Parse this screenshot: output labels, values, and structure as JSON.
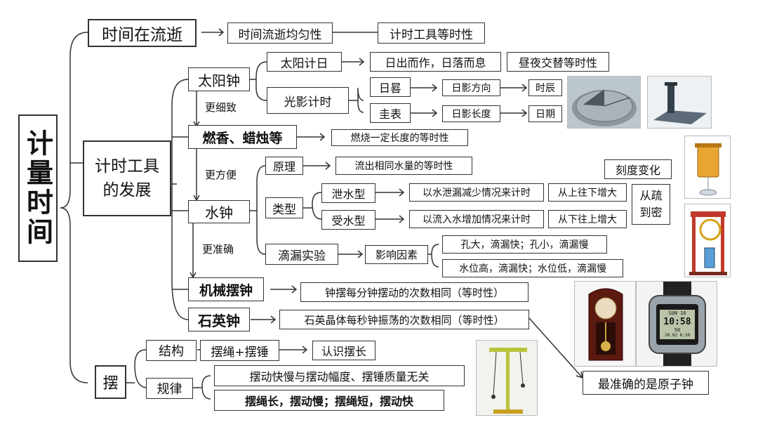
{
  "root": "计量时间",
  "branch1": {
    "title": "时间在流逝",
    "uniform": "时间流逝均匀性",
    "isochronous": "计时工具等时性"
  },
  "branch2": {
    "title": "计时工具的发展",
    "sundial": {
      "title": "太阳钟",
      "sun_day": "太阳计日",
      "sun_day_desc": "日出而作，日落而息",
      "day_night": "昼夜交替等时性",
      "shadow": "光影计时",
      "rigui": "日晷",
      "shadow_dir": "日影方向",
      "shichen": "时辰",
      "guibiao": "圭表",
      "shadow_len": "日影长度",
      "date": "日期"
    },
    "finer": "更细致",
    "incense": {
      "title": "燃香、蜡烛等",
      "desc": "燃烧一定长度的等时性"
    },
    "more_convenient": "更方便",
    "water": {
      "title": "水钟",
      "principle": "原理",
      "principle_desc": "流出相同水量的等时性",
      "types": "类型",
      "outflow": "泄水型",
      "outflow_desc": "以水泄漏减少情况来计时",
      "outflow_scale": "从上往下增大",
      "inflow": "受水型",
      "inflow_desc": "以流入水增加情况来计时",
      "inflow_scale": "从下往上增大",
      "scale_change": "刻度变化",
      "sparse_dense": "从疏到密",
      "drip": "滴漏实验",
      "factors": "影响因素",
      "factor1": "孔大，滴漏快；孔小，滴漏慢",
      "factor2": "水位高，滴漏快；水位低，滴漏慢"
    },
    "more_accurate": "更准确",
    "pendulum_clock": {
      "title": "机械摆钟",
      "desc": "钟摆每分钟摆动的次数相同（等时性）"
    },
    "quartz": {
      "title": "石英钟",
      "desc": "石英晶体每秒钟振荡的次数相同（等时性）"
    },
    "atomic": "最准确的是原子钟"
  },
  "branch3": {
    "title": "摆",
    "structure": "结构",
    "structure_desc": "摆绳+摆锤",
    "know": "认识摆长",
    "law": "规律",
    "law1": "摆动快慢与摆动幅度、摆锤质量无关",
    "law2": "摆绳长，摆动慢；摆绳短，摆动快"
  },
  "watch_display": {
    "top": "SUN 16",
    "time": "10:58",
    "sec": "50",
    "date": "20.02 6:30"
  }
}
